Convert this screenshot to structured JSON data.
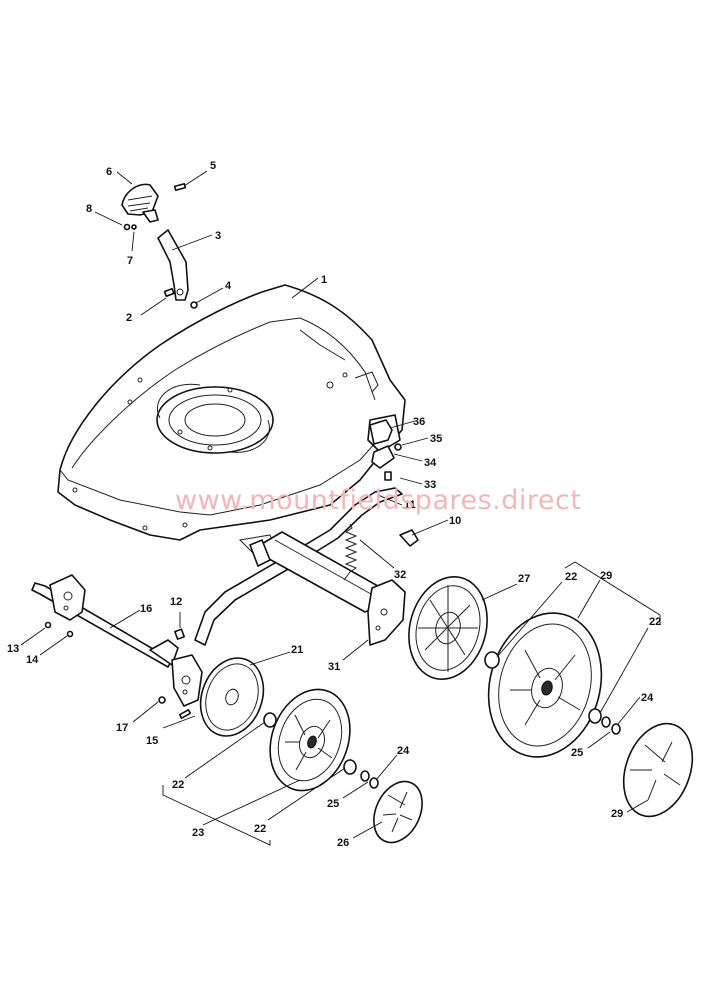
{
  "watermark": "www.mountfieldspares.direct",
  "colors": {
    "line": "#111111",
    "watermark": "#f2b7b7",
    "background": "#ffffff"
  },
  "callouts": [
    "1",
    "2",
    "3",
    "4",
    "5",
    "6",
    "7",
    "8",
    "10",
    "11",
    "12",
    "13",
    "14",
    "15",
    "16",
    "17",
    "21",
    "22",
    "22",
    "22",
    "22",
    "23",
    "24",
    "24",
    "25",
    "25",
    "26",
    "27",
    "29",
    "29",
    "31",
    "32",
    "33",
    "34",
    "35",
    "36"
  ]
}
